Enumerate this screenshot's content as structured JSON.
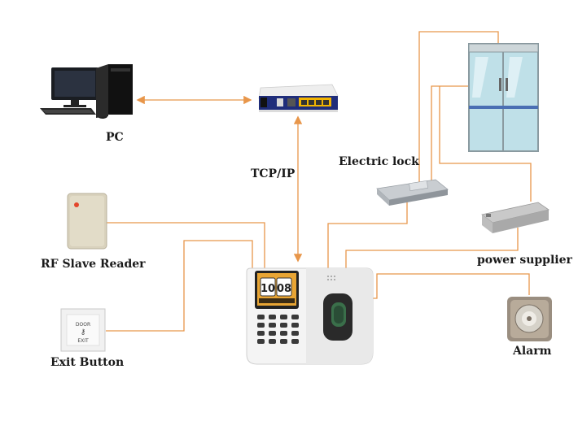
{
  "labels": {
    "pc": "PC",
    "tcp_ip": "TCP/IP",
    "electric_lock": "Electric lock",
    "rf_reader": "RF Slave Reader",
    "power_supplier": "power supplier",
    "exit_button": "Exit Button",
    "alarm": "Alarm"
  },
  "device_screen": {
    "clock_digits": [
      "10",
      "08"
    ]
  },
  "exit_button_face": {
    "top_text": "DOOR",
    "bottom_text": "EXIT"
  },
  "colors": {
    "connector": "#e8964a",
    "device_body": "#f4f4f4",
    "device_panel": "#e3e3e3",
    "keypad": "#3a3a3a",
    "router_body": "#1f2d7a",
    "router_ports": "#f2b400",
    "reader_body": "#d9d2bd",
    "door_glass": "#bfe0e8",
    "door_frame": "#8a9aa0",
    "power_box": "#b5b5b5",
    "alarm_base": "#9a8e80"
  }
}
